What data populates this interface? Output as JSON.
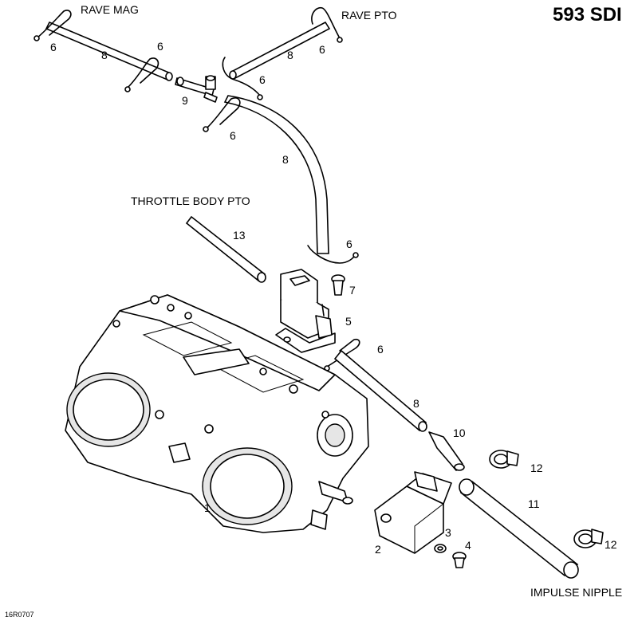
{
  "diagram": {
    "title": "593 SDI",
    "code": "16R0707",
    "captions": {
      "rave_mag": "RAVE MAG",
      "rave_pto": "RAVE PTO",
      "throttle_body_pto": "THROTTLE BODY PTO",
      "impulse_nipple": "IMPULSE NIPPLE"
    },
    "callouts": [
      {
        "id": "c6a",
        "label": "6"
      },
      {
        "id": "c8a",
        "label": "8"
      },
      {
        "id": "c6b",
        "label": "6"
      },
      {
        "id": "c8b",
        "label": "8"
      },
      {
        "id": "c6c",
        "label": "6"
      },
      {
        "id": "c6d",
        "label": "6"
      },
      {
        "id": "c9",
        "label": "9"
      },
      {
        "id": "c6e",
        "label": "6"
      },
      {
        "id": "c8c",
        "label": "8"
      },
      {
        "id": "c13",
        "label": "13"
      },
      {
        "id": "c6f",
        "label": "6"
      },
      {
        "id": "c7",
        "label": "7"
      },
      {
        "id": "c5",
        "label": "5"
      },
      {
        "id": "c6g",
        "label": "6"
      },
      {
        "id": "c8d",
        "label": "8"
      },
      {
        "id": "c10",
        "label": "10"
      },
      {
        "id": "c12a",
        "label": "12"
      },
      {
        "id": "c11",
        "label": "11"
      },
      {
        "id": "c1",
        "label": "1"
      },
      {
        "id": "c3",
        "label": "3"
      },
      {
        "id": "c4",
        "label": "4"
      },
      {
        "id": "c2",
        "label": "2"
      },
      {
        "id": "c12b",
        "label": "12"
      }
    ]
  }
}
